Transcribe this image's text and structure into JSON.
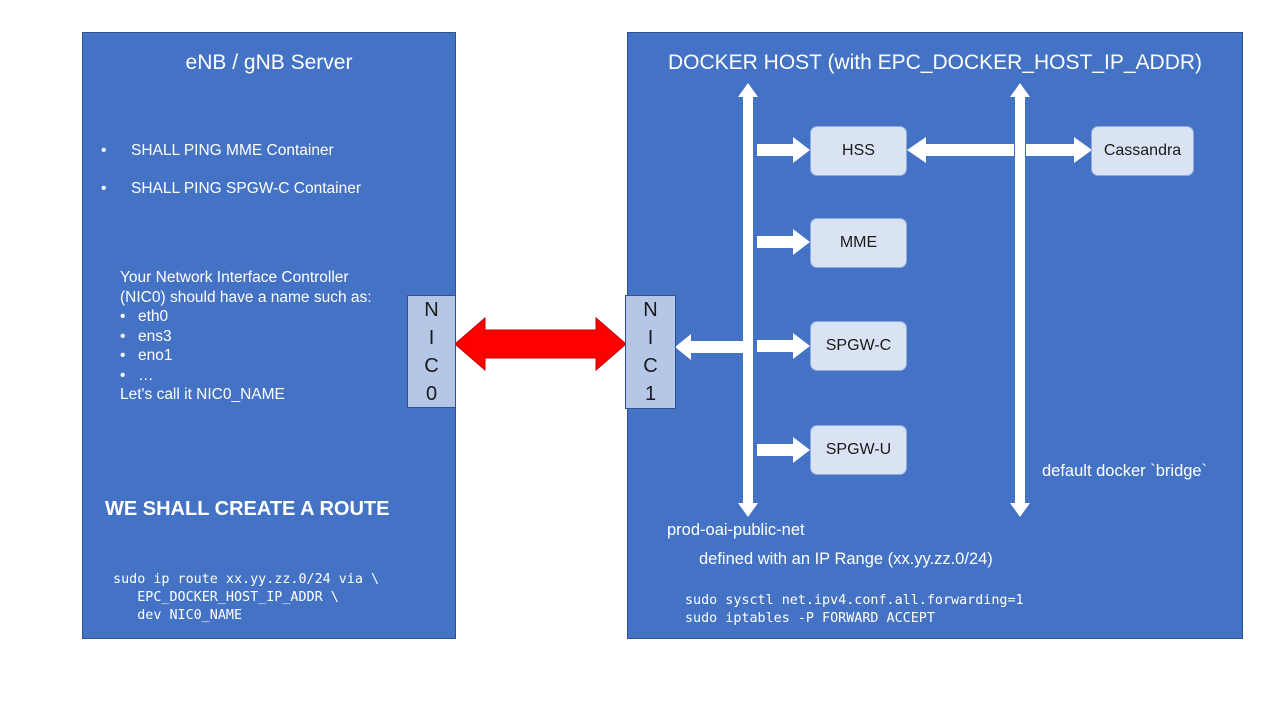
{
  "enb_server": {
    "title": "eNB / gNB Server",
    "requirements": [
      "SHALL PING MME Container",
      "SHALL PING SPGW-C Container"
    ],
    "nic_intro_line1": "Your Network Interface Controller",
    "nic_intro_line2": "(NIC0) should have a name such as:",
    "nic_names": [
      "eth0",
      "ens3",
      "eno1",
      "…"
    ],
    "nic_call": "Let's call it NIC0_NAME",
    "route_heading": "WE SHALL CREATE A ROUTE",
    "route_command": " sudo ip route xx.yy.zz.0/24 via \\\n    EPC_DOCKER_HOST_IP_ADDR \\\n    dev NIC0_NAME"
  },
  "nic0": {
    "letters": [
      "N",
      "I",
      "C",
      "0"
    ]
  },
  "nic1": {
    "letters": [
      "N",
      "I",
      "C",
      "1"
    ]
  },
  "docker_host": {
    "title": "DOCKER HOST (with EPC_DOCKER_HOST_IP_ADDR)",
    "containers": {
      "hss": "HSS",
      "mme": "MME",
      "spgwc": "SPGW-C",
      "spgwu": "SPGW-U",
      "cassandra": "Cassandra"
    },
    "bridge_label": "default docker `bridge`",
    "public_net_label": "prod-oai-public-net",
    "ip_range_label": "defined with an IP Range (xx.yy.zz.0/24)",
    "host_commands": "sudo sysctl net.ipv4.conf.all.forwarding=1\nsudo iptables -P FORWARD ACCEPT"
  },
  "colors": {
    "panel_fill": "#4472c4",
    "nic_fill": "#b4c7e7",
    "node_fill": "#dae3f3",
    "link_arrow": "#ff0000",
    "network_arrow": "#ffffff"
  }
}
